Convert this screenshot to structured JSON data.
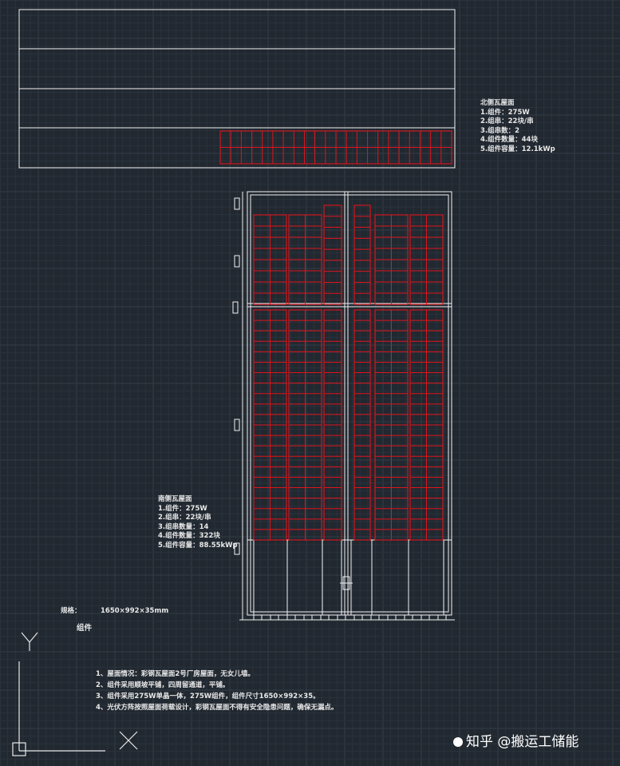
{
  "colors": {
    "background": "#212830",
    "grid_minor": "#2a323c",
    "grid_major": "#323b46",
    "outline": "#f2f2f2",
    "panel": "#e0141b"
  },
  "notes": {
    "north_roof": {
      "title": "北侧瓦屋面",
      "lines": [
        "1.组件：275W",
        "2.组串：22块/串",
        "3.组串数：2",
        "4.组件数量：44块",
        "5.组件容量：12.1kWp"
      ]
    },
    "south_roof": {
      "title": "南侧瓦屋面",
      "lines": [
        "1.组件：275W",
        "2.组串：22块/串",
        "3.组串数量：14",
        "4.组件数量：322块",
        "5.组件容量：88.55kWp"
      ]
    },
    "scale_label": "规格：",
    "scale_value": "1650×992×35mm",
    "module_label": "组件",
    "remarks": [
      "1、屋面情况：彩钢瓦屋面2号厂房屋面，无女儿墙。",
      "2、组件采用顺坡平铺，四周留通道，平铺。",
      "3、组件采用275W单晶一体，275W组件，组件尺寸1650×992×35。",
      "4、光伏方阵按照屋面荷载设计，彩钢瓦屋面不得有安全隐患问题，确保无漏点。"
    ]
  },
  "watermark": "知乎 @搬运工储能",
  "icons": {
    "ucs": "ucs-axis-icon",
    "cursor": "crosshair-icon"
  }
}
